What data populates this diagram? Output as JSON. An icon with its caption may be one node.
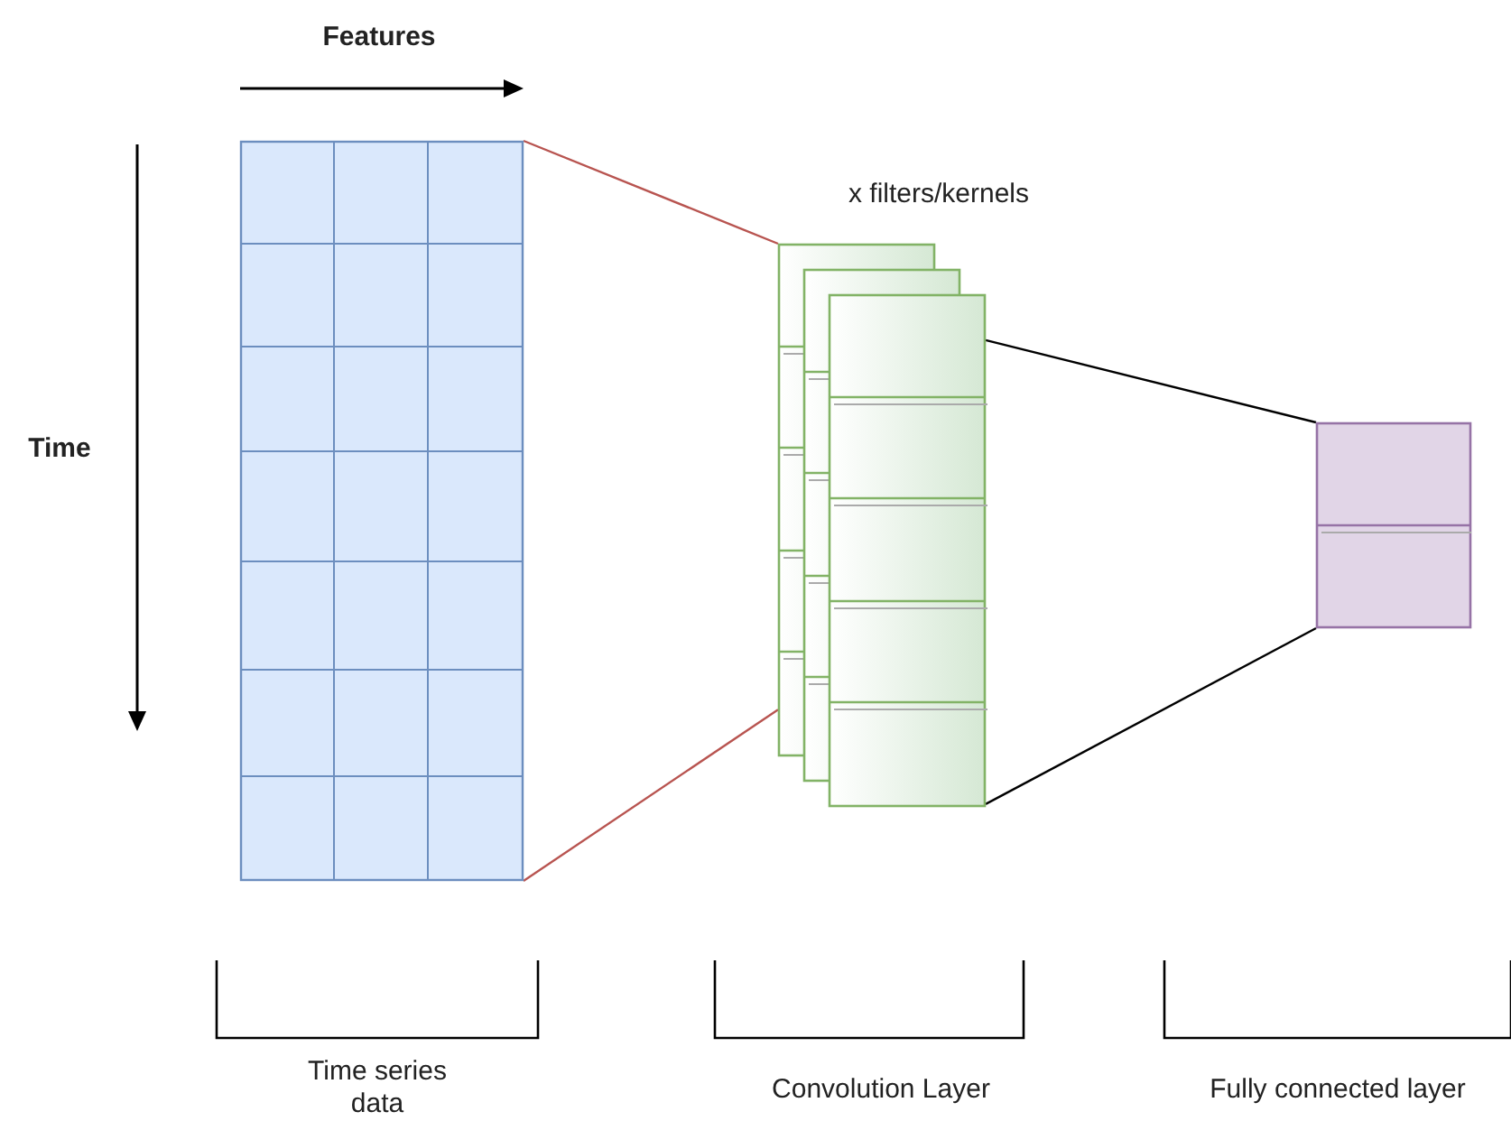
{
  "diagram": {
    "nodes": [
      {
        "text": [],
        "shape": "box"
      },
      {
        "text": [],
        "shape": "box"
      },
      {
        "text": [],
        "shape": "box"
      }
    ],
    "edges": [
      {
        "from": 0,
        "to": 1,
        "arrow": "none",
        "color": "#b85450"
      },
      {
        "from": 0,
        "to": 1,
        "arrow": "none",
        "color": "#b85450"
      },
      {
        "from": 1,
        "to": 2,
        "arrow": "none",
        "color": "#000000"
      },
      {
        "from": 1,
        "to": 2,
        "arrow": "none",
        "color": "#000000"
      }
    ],
    "labels": [
      "Features",
      "Time",
      "x filters/kernels",
      "Time series data",
      "Convolution Layer",
      "Fully connected layer"
    ]
  }
}
